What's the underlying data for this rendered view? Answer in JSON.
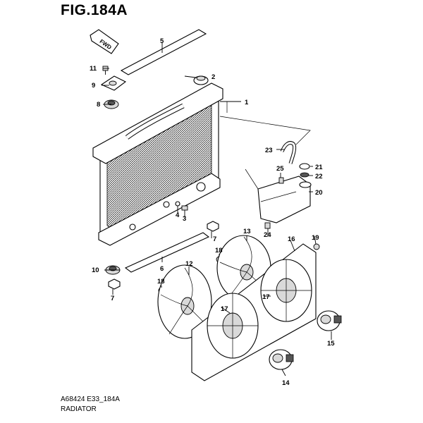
{
  "figure": {
    "title": "FIG.184A",
    "drawing_code": "A68424 E33_184A",
    "section_name": "RADIATOR",
    "fwd_label": "FWD"
  },
  "callouts": [
    "1",
    "2",
    "3",
    "4",
    "5",
    "6",
    "7",
    "7",
    "8",
    "9",
    "10",
    "11",
    "12",
    "13",
    "14",
    "15",
    "16",
    "17",
    "17",
    "18",
    "18",
    "19",
    "20",
    "21",
    "22",
    "23",
    "24",
    "25"
  ]
}
